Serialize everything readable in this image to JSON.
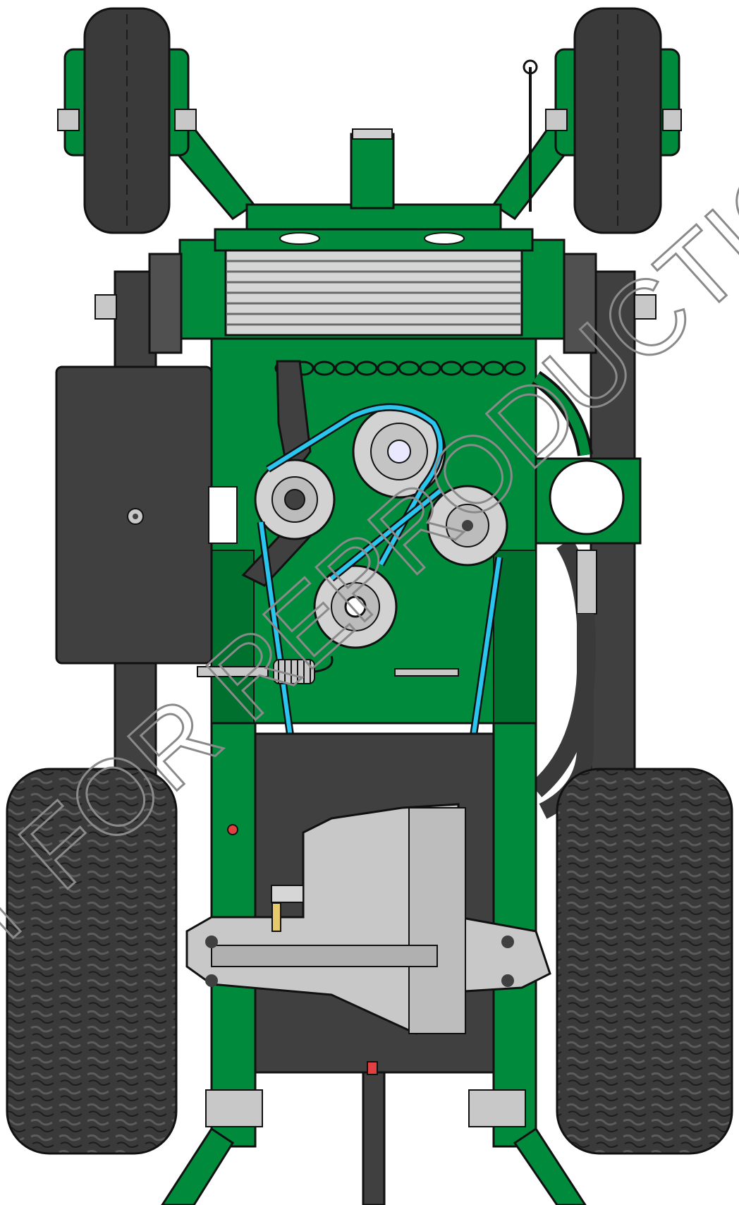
{
  "watermark": {
    "text": "NOT FOR REPRODUCTION"
  },
  "colors": {
    "frame_green": "#008a3c",
    "frame_green_dark": "#00702f",
    "belt_blue": "#29c6ef",
    "tire_dark": "#3a3a3a",
    "panel_dark": "#404040",
    "metal_gray": "#c8c8c8",
    "pulley_gray": "#d2d2d2",
    "outline": "#111111",
    "watermark_gray": "#8a8a8a"
  },
  "parts": [
    "caster-wheel-left",
    "caster-wheel-right",
    "front-frame",
    "radiator-grille",
    "battery-box",
    "idler-pulley-left",
    "drive-pulley-top",
    "idler-pulley-right",
    "drive-pulley-bottom",
    "drive-belt",
    "tension-spring",
    "fuel-filter",
    "drive-wheel-left",
    "drive-wheel-right",
    "transaxle",
    "rear-frame-rails"
  ]
}
